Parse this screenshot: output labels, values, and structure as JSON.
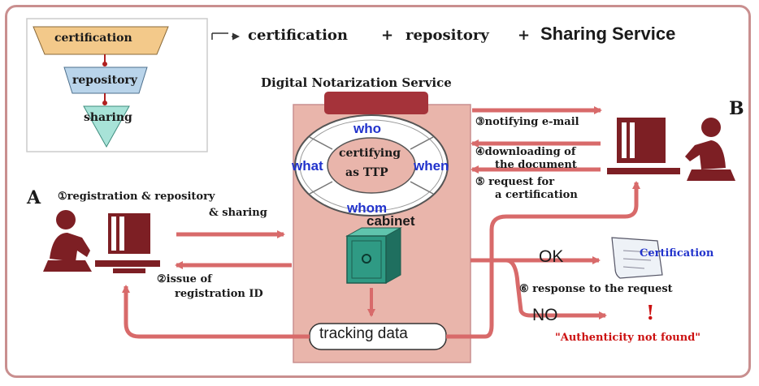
{
  "hierarchy": {
    "levels": [
      "certification",
      "repository",
      "sharing"
    ],
    "caption_certification": "certification",
    "plus1": "+",
    "caption_repository": "repository",
    "plus2": "+",
    "caption_sharing": "Sharing Service"
  },
  "service": {
    "title": "Digital Notarization Service",
    "who": "who",
    "what": "what",
    "when": "when",
    "whom": "whom",
    "center_line1": "certifying",
    "center_line2": "as TTP",
    "cabinet": "cabinet",
    "tracking": "tracking data"
  },
  "users": {
    "a": "A",
    "b": "B"
  },
  "steps": {
    "s1_line1": "①registration & repository",
    "s1_line2": "& sharing",
    "s2_line1": "②issue of",
    "s2_line2": "registration ID",
    "s3": "③notifying e-mail",
    "s4_line1": "④downloading of",
    "s4_line2": "the document",
    "s5_line1": "⑤ request for",
    "s5_line2": "a certification",
    "s6": "⑥ response to the request"
  },
  "outcomes": {
    "ok": "OK",
    "no": "NO",
    "certificate_label": "Certification",
    "exclaim": "!",
    "not_found": "\"Authenticity not found\""
  },
  "colors": {
    "arrow": "#d86a6a",
    "panel": "#e9b5ab",
    "person": "#7d1f24",
    "cabinet": "#2f9a84",
    "blue_text": "#2233cc",
    "red_text": "#cc1111",
    "funnel_top": "#f3c98a",
    "funnel_mid": "#b9d4ea",
    "funnel_bottom": "#a8e3d8"
  }
}
